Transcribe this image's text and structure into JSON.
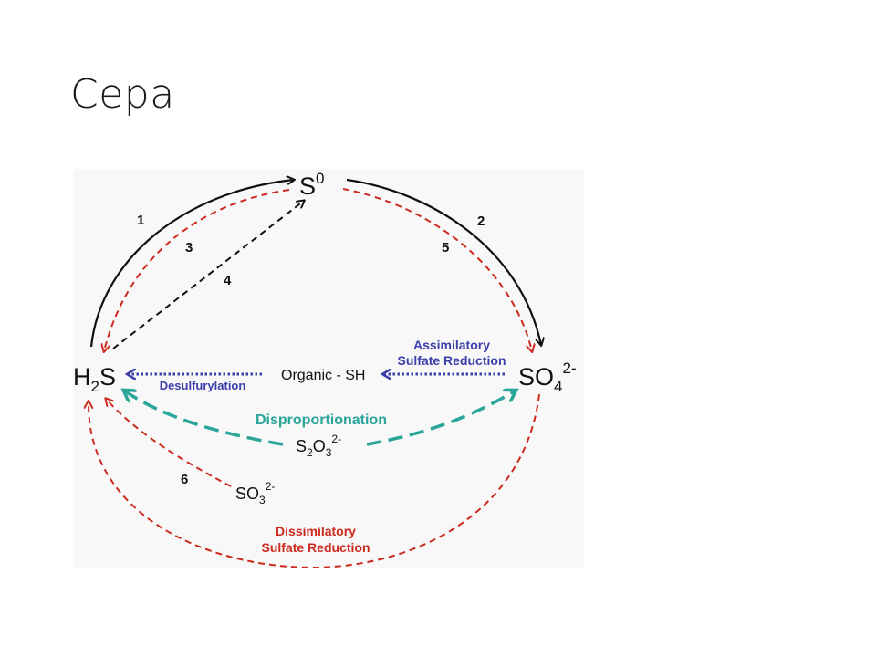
{
  "slide": {
    "title": "Сера"
  },
  "diagram": {
    "nodes": {
      "s0": {
        "main": "S",
        "sup": "0"
      },
      "h2s": {
        "main": "H",
        "sub": "2",
        "tail": "S"
      },
      "so4": {
        "main": "SO",
        "sub": "4",
        "sup": "2-"
      },
      "s2o3": {
        "main": "S",
        "sub1": "2",
        "mid": "O",
        "sub2": "3",
        "sup": "2-"
      },
      "so3": {
        "main": "SO",
        "sub": "3",
        "sup": "2-"
      },
      "organic": "Organic - SH"
    },
    "numbers": [
      "1",
      "2",
      "3",
      "4",
      "5",
      "6"
    ],
    "labels": {
      "assimilatory_1": "Assimilatory",
      "assimilatory_2": "Sulfate Reduction",
      "desulfurylation": "Desulfurylation",
      "disproportionation": "Disproportionation",
      "dissimilatory_1": "Dissimilatory",
      "dissimilatory_2": "Sulfate Reduction"
    },
    "colors": {
      "black": "#111111",
      "red": "#cc2a1e",
      "blue": "#3d3fa8",
      "teal": "#2aa59a"
    }
  }
}
